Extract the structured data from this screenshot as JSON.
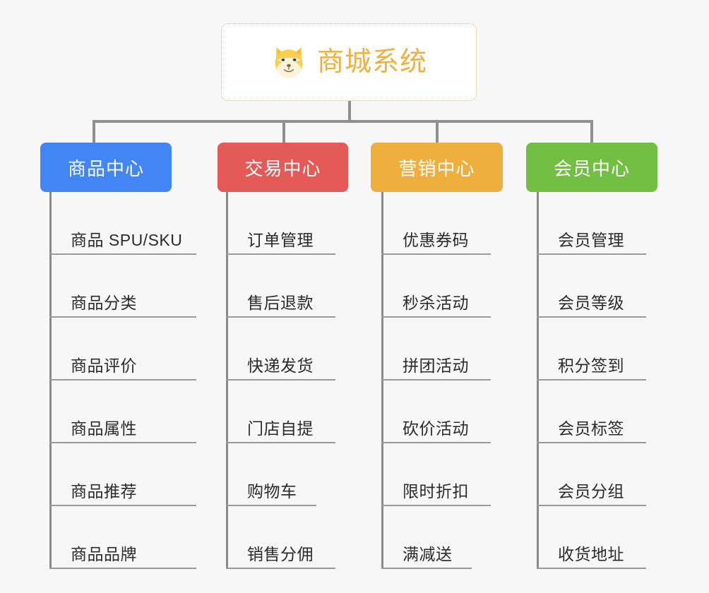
{
  "background_color": "#f7f7f7",
  "root": {
    "icon": "shiba-dog-face-icon",
    "title": "商城系统",
    "accent_color": "#eeb040",
    "border_style": "dotted"
  },
  "categories": [
    {
      "label": "商品中心",
      "color": "#4285f4",
      "items": [
        "商品 SPU/SKU",
        "商品分类",
        "商品评价",
        "商品属性",
        "商品推荐",
        "商品品牌"
      ]
    },
    {
      "label": "交易中心",
      "color": "#e35a56",
      "items": [
        "订单管理",
        "售后退款",
        "快递发货",
        "门店自提",
        "购物车",
        "销售分佣"
      ]
    },
    {
      "label": "营销中心",
      "color": "#eeaf3f",
      "items": [
        "优惠券码",
        "秒杀活动",
        "拼团活动",
        "砍价活动",
        "限时折扣",
        "满减送"
      ]
    },
    {
      "label": "会员中心",
      "color": "#72bf44",
      "items": [
        "会员管理",
        "会员等级",
        "积分签到",
        "会员标签",
        "会员分组",
        "收货地址"
      ]
    }
  ]
}
